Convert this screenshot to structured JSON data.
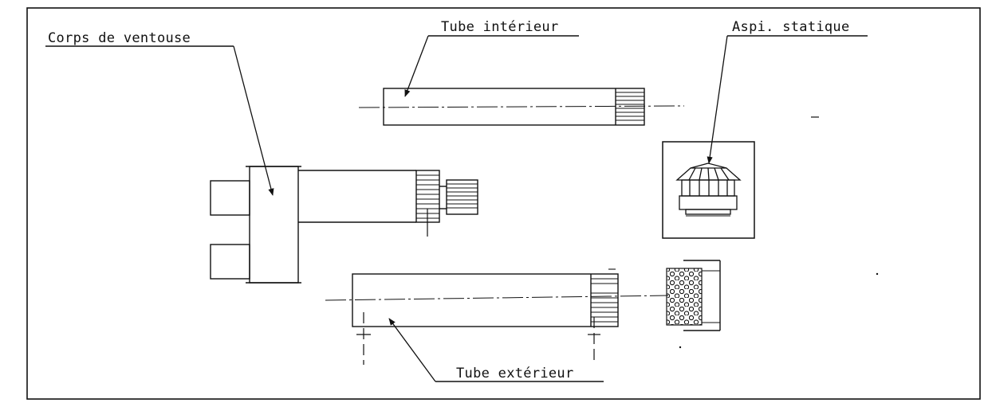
{
  "labels": {
    "corps": "Corps de ventouse",
    "tube_interieur": "Tube intérieur",
    "aspi": "Aspi. statique",
    "tube_exterieur": "Tube extérieur"
  }
}
